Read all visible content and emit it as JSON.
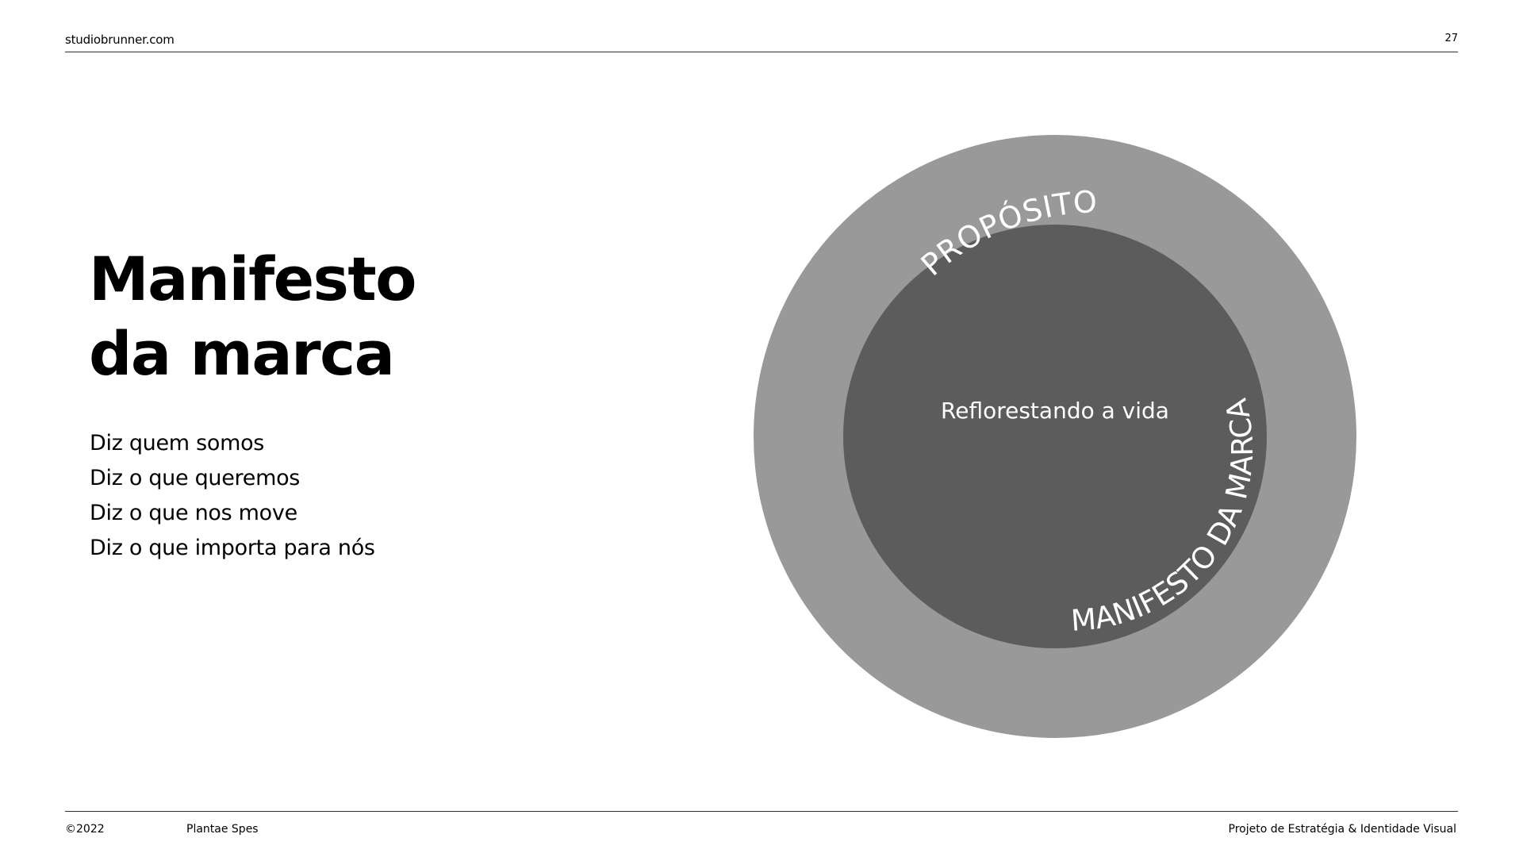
{
  "header": {
    "site": "studiobrunner.com",
    "page_number": "27"
  },
  "main": {
    "title_line1": "Manifesto",
    "title_line2": "da marca",
    "statements": [
      "Diz quem somos",
      "Diz o que queremos",
      "Diz o que nos move",
      "Diz o que importa para nós"
    ]
  },
  "diagram": {
    "outer_label": "PROPÓSITO",
    "inner_label": "MANIFESTO DA MARCA",
    "center_text": "Reflorestando a vida",
    "colors": {
      "outer_ring": "#999999",
      "inner_circle": "#5c5c5c",
      "text": "#ffffff"
    }
  },
  "footer": {
    "copyright": "©2022",
    "client": "Plantae Spes",
    "project": "Projeto de Estratégia & Identidade Visual"
  }
}
